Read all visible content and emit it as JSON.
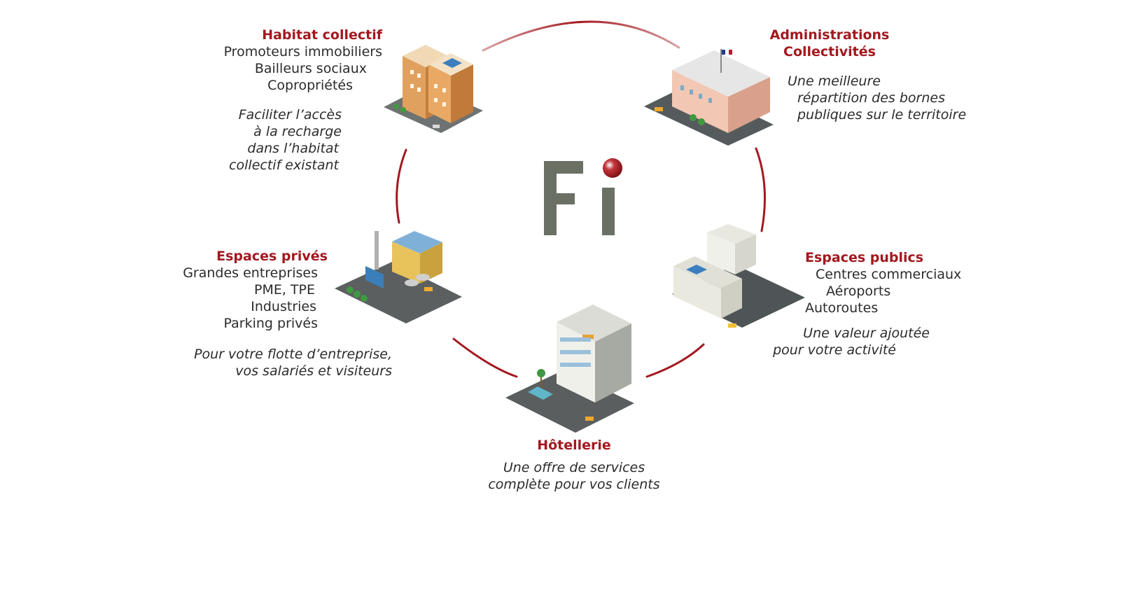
{
  "logo": {
    "letters": "Fi",
    "colors": {
      "letters": "#6b7064",
      "dot": "#a3181f"
    }
  },
  "accent_color": "#a3181f",
  "segments": {
    "habitat": {
      "title": "Habitat collectif",
      "lines": [
        "Promoteurs immobiliers",
        "Bailleurs sociaux",
        "Copropriétés"
      ],
      "desc": [
        "Faciliter l’accès",
        "à la recharge",
        "dans l’habitat",
        "collectif existant"
      ],
      "icon": "apartment-building-icon"
    },
    "administrations": {
      "title": [
        "Administrations",
        "Collectivités"
      ],
      "desc": [
        "Une meilleure",
        "répartition des bornes",
        "publiques sur le territoire"
      ],
      "icon": "town-hall-icon"
    },
    "prives": {
      "title": "Espaces privés",
      "lines": [
        "Grandes entreprises",
        "PME, TPE",
        "Industries",
        "Parking privés"
      ],
      "desc": [
        "Pour votre flotte d’entreprise,",
        "vos salariés et visiteurs"
      ],
      "icon": "factory-icon"
    },
    "publics": {
      "title": "Espaces publics",
      "lines": [
        "Centres commerciaux",
        "Aéroports",
        "Autoroutes"
      ],
      "desc": [
        "Une valeur ajoutée",
        "pour votre activité"
      ],
      "icon": "shopping-center-icon"
    },
    "hotellerie": {
      "title": "Hôtellerie",
      "desc": [
        "Une offre de services",
        "complète pour vos clients"
      ],
      "icon": "hotel-icon"
    }
  }
}
